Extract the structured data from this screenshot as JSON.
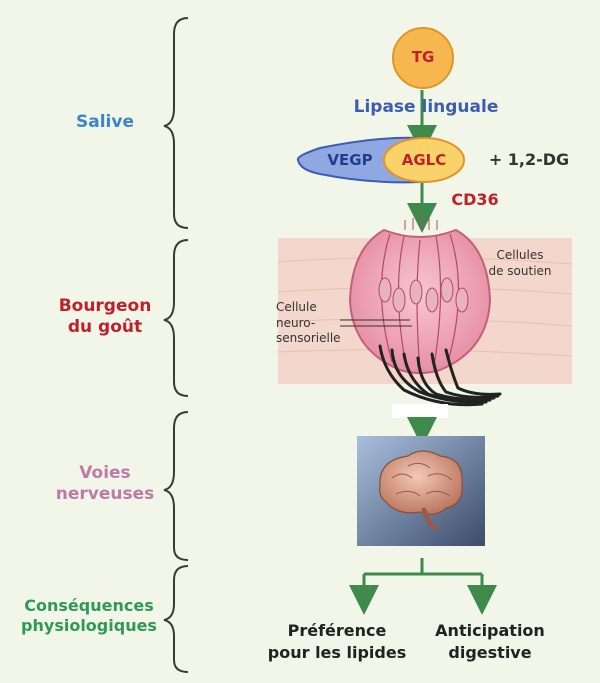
{
  "sections": [
    {
      "id": "salive",
      "label_lines": [
        "Salive"
      ],
      "color": "#3a86c8"
    },
    {
      "id": "bourgeon",
      "label_lines": [
        "Bourgeon",
        "du goût"
      ],
      "color": "#c0202a"
    },
    {
      "id": "voies",
      "label_lines": [
        "Voies",
        "nerveuses"
      ],
      "color": "#c07aa6"
    },
    {
      "id": "consequences",
      "label_lines": [
        "Conséquences",
        "physiologiques"
      ],
      "color": "#2e9a55"
    }
  ],
  "pathway": {
    "tg": "TG",
    "lipase": "Lipase linguale",
    "vegp": "VEGP",
    "aglc": "AGLC",
    "dg": "+ 1,2-DG",
    "cd36": "CD36"
  },
  "taste_bud": {
    "support_cells_lines": [
      "Cellules",
      "de soutien"
    ],
    "sensory_cell_lines": [
      "Cellule",
      "neuro-",
      "sensorielle"
    ]
  },
  "outcomes": [
    {
      "lines": [
        "Préférence",
        "pour les lipides"
      ]
    },
    {
      "lines": [
        "Anticipation",
        "digestive"
      ]
    }
  ],
  "colors": {
    "background": "#f1f6e9",
    "brace": "#3a3a3a",
    "arrow": "#3f8a4a",
    "tg_fill": "#f6b84e",
    "aglc_fill": "#f9d36a",
    "vegp_fill": "#8fa8e2",
    "lipase_text": "#3d5db3",
    "cd36_text": "#c0202a",
    "tissue": "#f3d7cc",
    "bud": "#f0a9b8"
  },
  "icons": [
    "brain-icon"
  ]
}
